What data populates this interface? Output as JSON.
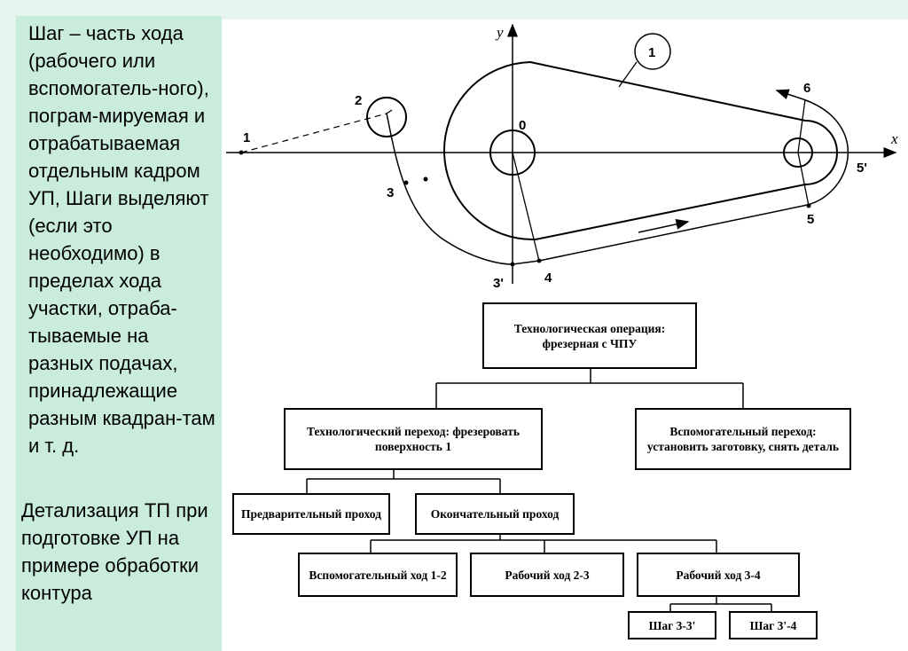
{
  "sidebar": {
    "paragraph1": "Шаг – часть хода (рабочего или вспомогатель-ного), пограм-мируемая и отрабатываемая отдельным кадром УП, Шаги выделяют (если это необходимо) в пределах хода участки, отраба-тываемые на разных подачах, принадлежащие разным квадран-там и т. д.",
    "paragraph2": "Детализация ТП при подготовке УП на примере обработки контура"
  },
  "drawing": {
    "axis_x": "x",
    "axis_y": "y",
    "labels": {
      "p1": "1",
      "p2": "2",
      "p3": "3",
      "p3prime": "3'",
      "p4": "4",
      "p5": "5",
      "p5prime": "5'",
      "p6": "6",
      "p0": "0",
      "callout": "1"
    }
  },
  "tree": {
    "root": "Технологическая операция: фрезерная с ЧПУ",
    "transition_main": "Технологический переход: фрезеровать поверхность 1",
    "transition_aux": "Вспомогательный переход: установить заготовку, снять деталь",
    "pass_pre": "Предварительный проход",
    "pass_final": "Окончательный проход",
    "move_aux": "Вспомогательный ход 1-2",
    "move_work1": "Рабочий ход 2-3",
    "move_work2": "Рабочий ход 3-4",
    "step1": "Шаг 3-3'",
    "step2": "Шаг 3'-4"
  }
}
